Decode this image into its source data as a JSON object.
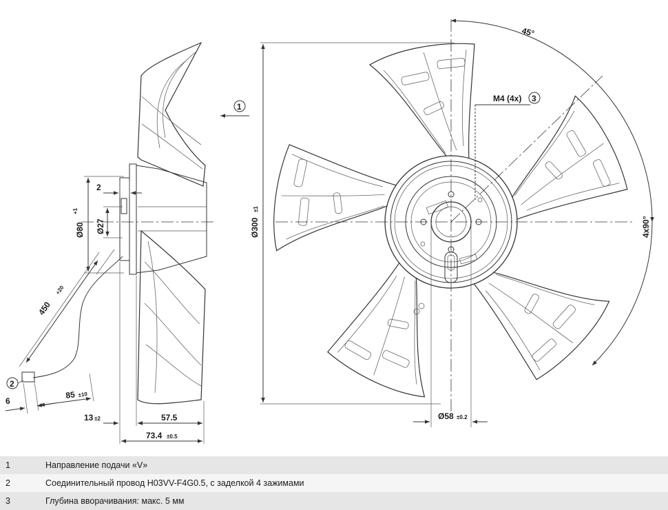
{
  "drawing": {
    "callouts": {
      "c1": "1",
      "c2": "2",
      "c3": "3"
    },
    "side_view": {
      "dia_hub": "Ø80",
      "dia_hub_tol": "+1",
      "dia_shaft": "Ø27",
      "gap": "2",
      "cable_length": "450",
      "cable_length_tol": "+20",
      "strip_length": "6",
      "lead_length": "85",
      "lead_length_tol": "±10",
      "offset": "13",
      "offset_tol": "±2",
      "body_depth": "57.5",
      "total_depth": "73.4",
      "total_depth_tol": "±0.5"
    },
    "front_view": {
      "dia_outer": "Ø300",
      "dia_outer_tol": "±1",
      "dia_bore": "Ø58",
      "dia_bore_tol": "±0.2",
      "angle_45": "45°",
      "angle_4x90": "4x90°",
      "thread": "M4 (4x)"
    }
  },
  "legend": [
    {
      "num": "1",
      "text": "Направление подачи «V»"
    },
    {
      "num": "2",
      "text": "Соединительный провод H03VV-F4G0.5, с заделкой 4 зажимами"
    },
    {
      "num": "3",
      "text": "Глубина вворачивания: макс. 5 мм"
    }
  ]
}
